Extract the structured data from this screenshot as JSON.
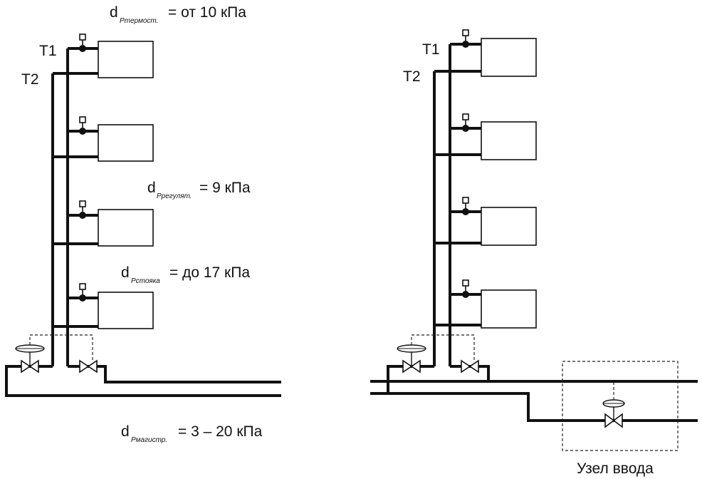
{
  "labels": {
    "left_t1": "T1",
    "left_t2": "T2",
    "right_t1": "T1",
    "right_t2": "T2",
    "dp_thermostat_d": "d",
    "dp_thermostat_sub": "Ртермост.",
    "dp_thermostat_value": "= от 10 кПа",
    "dp_regulator_d": "d",
    "dp_regulator_sub": "Ррегулят.",
    "dp_regulator_value": "= 9 кПа",
    "dp_riser_d": "d",
    "dp_riser_sub": "Рстояка",
    "dp_riser_value": "= до 17 кПа",
    "dp_main_d": "d",
    "dp_main_sub": "Рмагистр.",
    "dp_main_value": "= 3 – 20 кПа",
    "inlet_unit": "Узел ввода"
  },
  "colors": {
    "line": "#111111",
    "background": "#ffffff"
  }
}
